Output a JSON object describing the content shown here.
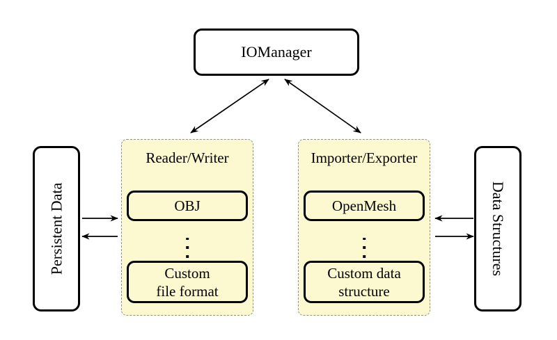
{
  "diagram": {
    "iomanager": {
      "label": "IOManager"
    },
    "persistent_data": {
      "label": "Persistent Data"
    },
    "data_structures": {
      "label": "Data Structures"
    },
    "reader_writer": {
      "title": "Reader/Writer",
      "item_top": "OBJ",
      "item_bottom": "Custom\nfile format"
    },
    "importer_exporter": {
      "title": "Importer/Exporter",
      "item_top": "OpenMesh",
      "item_bottom": "Custom data\nstructure"
    },
    "icons": {
      "vertical_ellipsis": "vertical-dots",
      "arrowhead": "stealth-arrowhead"
    },
    "colors": {
      "panel_fill": "#fcf8cf",
      "panel_border_dashed": "#8f8f8f",
      "node_border": "#000000",
      "node_fill": "#ffffff",
      "arrow": "#000000",
      "background": "#ffffff"
    },
    "connections": [
      "IOManager <-> Reader/Writer",
      "IOManager <-> Importer/Exporter",
      "Persistent Data -> Reader/Writer",
      "Reader/Writer -> Persistent Data",
      "Data Structures -> Importer/Exporter",
      "Importer/Exporter -> Data Structures"
    ]
  }
}
